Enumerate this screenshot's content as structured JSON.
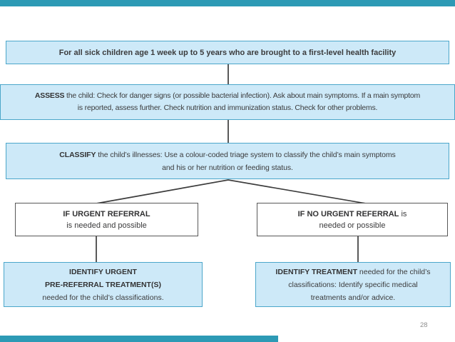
{
  "slide": {
    "page_number": "28"
  },
  "colors": {
    "accent_teal": "#2D9AB5",
    "box_fill": "#CDE9F8",
    "box_border": "#4BA6CA",
    "connector_line": "#3C3C3C",
    "text": "#3B3B3C",
    "white_box_border": "#585858",
    "page_number_gray": "#8E8E8E"
  },
  "flowchart": {
    "title": {
      "l1": "For all sick children age 1 week up to 5 years who are brought to a first-level health facility"
    },
    "assess": {
      "kw": "ASSESS",
      "l1": " the child: Check for danger signs (or possible bacterial infection). Ask about main symptoms. If a main symptom",
      "l2": "is reported, assess further. Check nutrition and immunization status. Check for other problems."
    },
    "classify": {
      "kw": "CLASSIFY",
      "l1": " the child’s illnesses: Use a colour-coded triage system to classify the child’s main symptoms",
      "l2": "and his or her nutrition or feeding status."
    },
    "urgent": {
      "kw": "IF URGENT REFERRAL",
      "l2": "is needed and possible"
    },
    "no_urgent": {
      "kw": "IF NO URGENT REFERRAL",
      "l1": " is",
      "l2": "needed or possible"
    },
    "identify_urgent": {
      "kw1": "IDENTIFY URGENT",
      "kw2": "PRE-REFERRAL TREATMENT(S)",
      "l3": "needed for the child’s classifications."
    },
    "identify_treatment": {
      "kw": "IDENTIFY TREATMENT",
      "l1": " needed for the child’s",
      "l2": "classifications: Identify specific medical",
      "l3": "treatments and/or advice."
    }
  }
}
